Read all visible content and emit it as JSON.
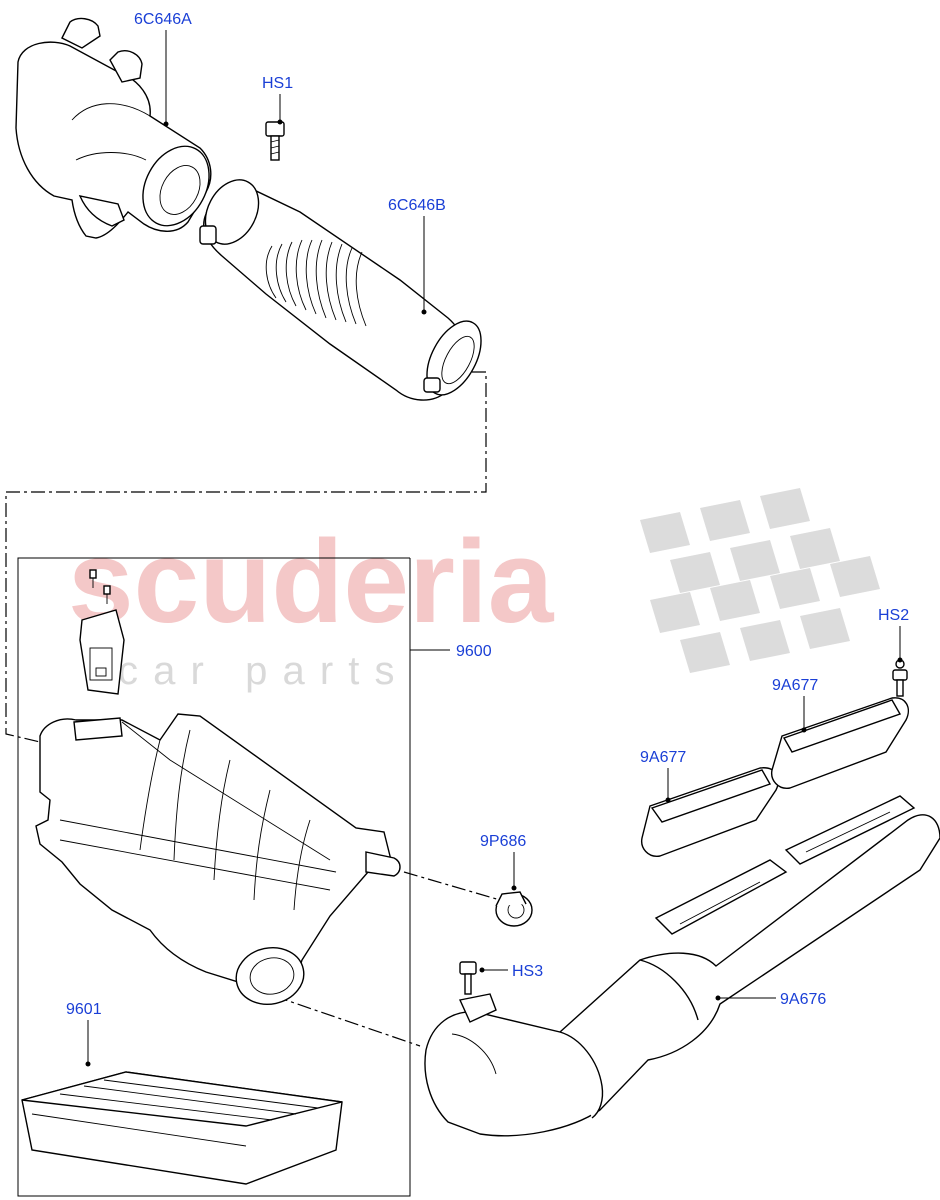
{
  "watermark": {
    "brand": "scuderia",
    "tagline": "c a r   p a r t s"
  },
  "callouts": [
    {
      "id": "6c646a",
      "label": "6C646A"
    },
    {
      "id": "hs1",
      "label": "HS1"
    },
    {
      "id": "6c646b",
      "label": "6C646B"
    },
    {
      "id": "9600",
      "label": "9600"
    },
    {
      "id": "hs2",
      "label": "HS2"
    },
    {
      "id": "9a677-upper",
      "label": "9A677"
    },
    {
      "id": "9a677-lower",
      "label": "9A677"
    },
    {
      "id": "9p686",
      "label": "9P686"
    },
    {
      "id": "hs3",
      "label": "HS3"
    },
    {
      "id": "9a676",
      "label": "9A676"
    },
    {
      "id": "9601",
      "label": "9601"
    }
  ],
  "colors": {
    "callout_text": "#1a3fd6",
    "watermark_brand": "#f4c8c8",
    "watermark_flag": "#d9d9d9",
    "line_art": "#000000"
  }
}
